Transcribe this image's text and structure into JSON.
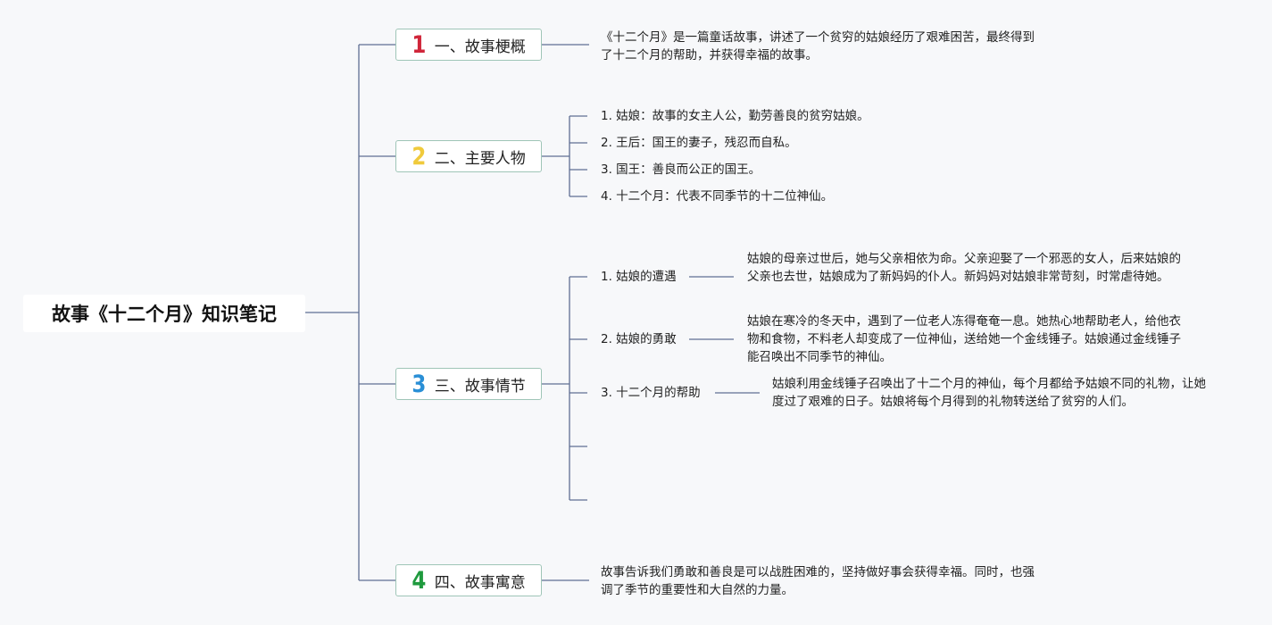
{
  "root": {
    "title": "故事《十二个月》知识笔记"
  },
  "colors": {
    "num1": "#d0263a",
    "num2": "#f0ca3c",
    "num3": "#2a8fd6",
    "num4": "#1f9a3e",
    "line": "#5f6e93"
  },
  "branches": [
    {
      "num": "1",
      "label": "一、故事梗概",
      "text": "《十二个月》是一篇童话故事，讲述了一个贫穷的姑娘经历了艰难困苦，最终得到了十二个月的帮助，并获得幸福的故事。"
    },
    {
      "num": "2",
      "label": "二、主要人物",
      "items": [
        "1. 姑娘：故事的女主人公，勤劳善良的贫穷姑娘。",
        "2. 王后：国王的妻子，残忍而自私。",
        "3. 国王：善良而公正的国王。",
        "4. 十二个月：代表不同季节的十二位神仙。"
      ]
    },
    {
      "num": "3",
      "label": "三、故事情节",
      "items": [
        {
          "label": "1. 姑娘的遭遇",
          "detail": "姑娘的母亲过世后，她与父亲相依为命。父亲迎娶了一个邪恶的女人，后来姑娘的父亲也去世，姑娘成为了新妈妈的仆人。新妈妈对姑娘非常苛刻，时常虐待她。"
        },
        {
          "label": "2. 姑娘的勇敢",
          "detail": "姑娘在寒冷的冬天中，遇到了一位老人冻得奄奄一息。她热心地帮助老人，给他衣物和食物，不料老人却变成了一位神仙，送给她一个金线锤子。姑娘通过金线锤子能召唤出不同季节的神仙。"
        },
        {
          "label": "3. 十二个月的帮助",
          "detail": "姑娘利用金线锤子召唤出了十二个月的神仙，每个月都给予姑娘不同的礼物，让她度过了艰难的日子。姑娘将每个月得到的礼物转送给了贫穷的人们。"
        }
      ]
    },
    {
      "num": "4",
      "label": "四、故事寓意",
      "text": "故事告诉我们勇敢和善良是可以战胜困难的，坚持做好事会获得幸福。同时，也强调了季节的重要性和大自然的力量。"
    }
  ]
}
